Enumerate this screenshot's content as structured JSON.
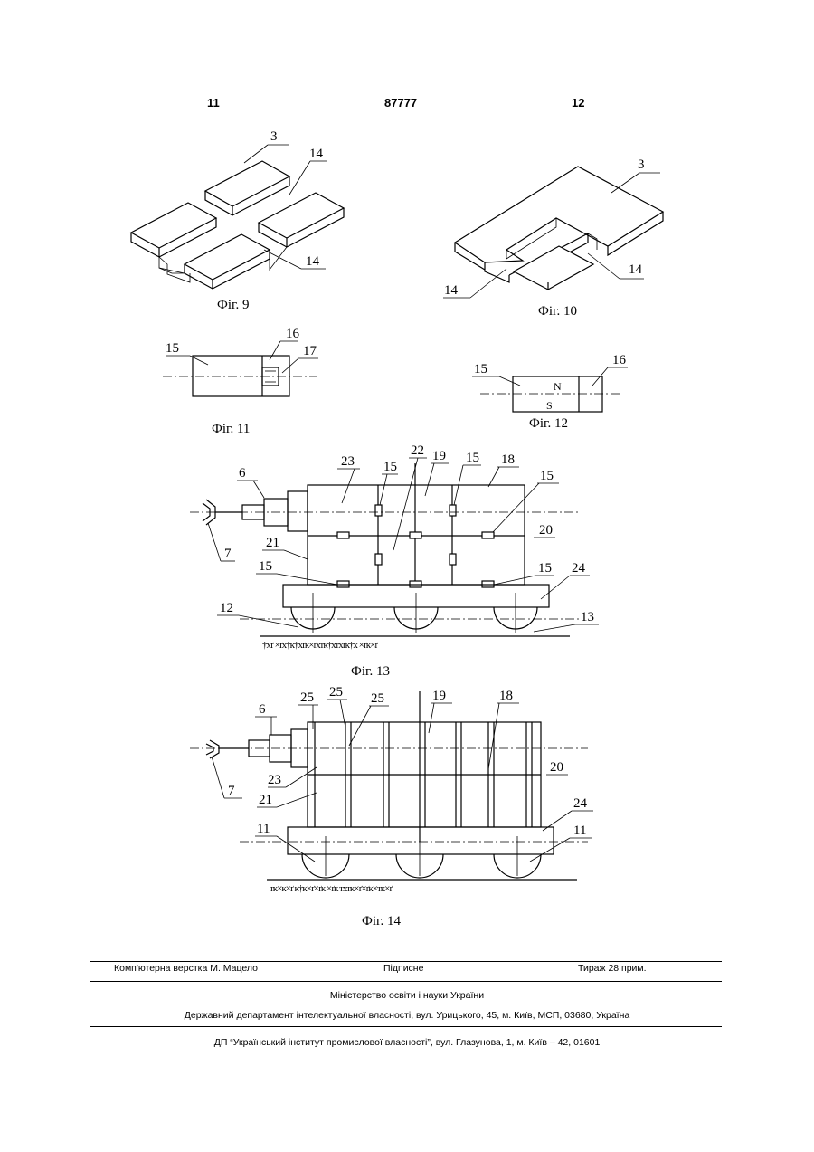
{
  "header": {
    "left_page": "11",
    "patent_number": "87777",
    "right_page": "12"
  },
  "figures": {
    "fig9": {
      "caption": "Фіг. 9",
      "labels": [
        "3",
        "14",
        "14"
      ]
    },
    "fig10": {
      "caption": "Фіг. 10",
      "labels": [
        "3",
        "14",
        "14"
      ]
    },
    "fig11": {
      "caption": "Фіг. 11",
      "labels": [
        "15",
        "16",
        "17"
      ]
    },
    "fig12": {
      "caption": "Фіг. 12",
      "labels": [
        "15",
        "16"
      ]
    },
    "fig13": {
      "caption": "Фіг. 13",
      "labels": [
        "23",
        "15",
        "22",
        "19",
        "15",
        "18",
        "15",
        "6",
        "20",
        "7",
        "21",
        "15",
        "15",
        "24",
        "12",
        "13"
      ]
    },
    "fig14": {
      "caption": "Фіг. 14",
      "labels": [
        "25",
        "25",
        "25",
        "19",
        "18",
        "6",
        "23",
        "20",
        "7",
        "21",
        "24",
        "11",
        "11"
      ]
    }
  },
  "footer": {
    "layout": "Комп'ютерна верстка М. Мацело",
    "signed": "Підписне",
    "circulation": "Тираж 28 прим.",
    "ministry": "Міністерство освіти і науки України",
    "department": "Державний департамент інтелектуальної власності, вул. Урицького, 45, м. Київ, МСП, 03680, Україна",
    "institute": "ДП “Український інститут промислової власності”, вул. Глазунова, 1, м. Київ – 42, 01601"
  }
}
